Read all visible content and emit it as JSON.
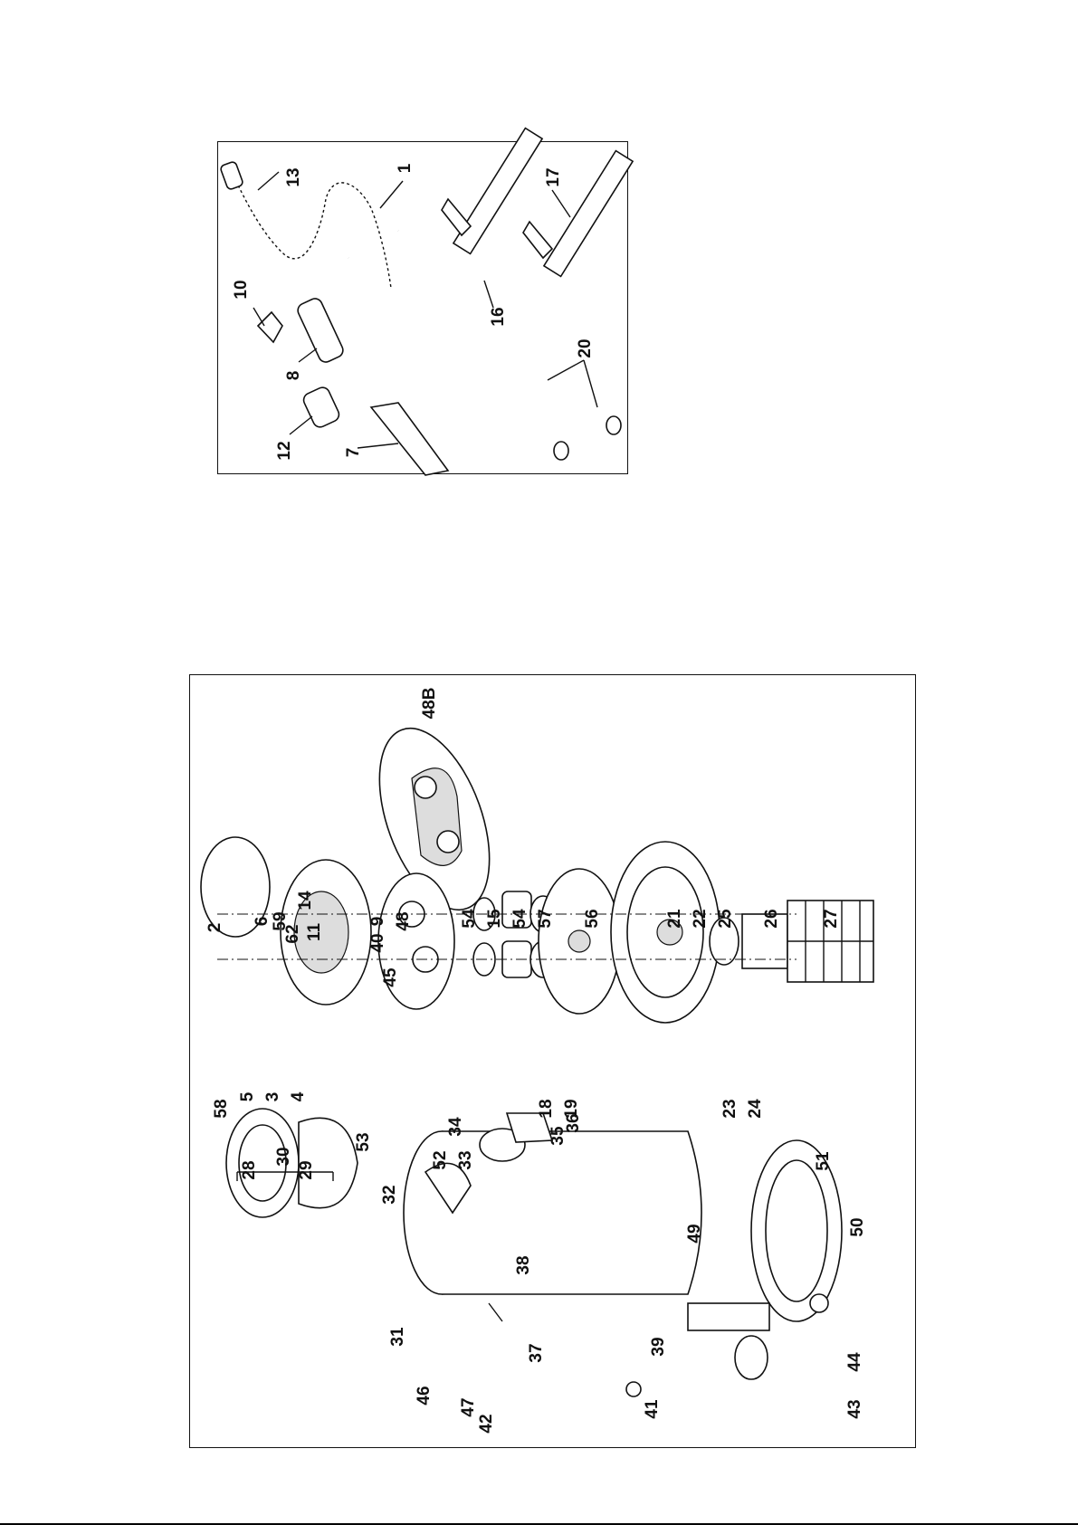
{
  "accessories_panel": {
    "labels": [
      "13",
      "1",
      "17",
      "10",
      "16",
      "8",
      "20",
      "12",
      "7"
    ]
  },
  "exploded_panel": {
    "labels": [
      "48B",
      "2",
      "6",
      "59",
      "14",
      "62",
      "11",
      "9",
      "40",
      "48",
      "45",
      "54",
      "15",
      "54",
      "57",
      "56",
      "21",
      "22",
      "25",
      "26",
      "27",
      "58",
      "5",
      "3",
      "4",
      "18",
      "19",
      "23",
      "24",
      "53",
      "30",
      "28",
      "29",
      "32",
      "52",
      "33",
      "34",
      "36",
      "35",
      "51",
      "50",
      "49",
      "38",
      "31",
      "46",
      "47",
      "42",
      "37",
      "39",
      "41",
      "44",
      "43"
    ]
  }
}
